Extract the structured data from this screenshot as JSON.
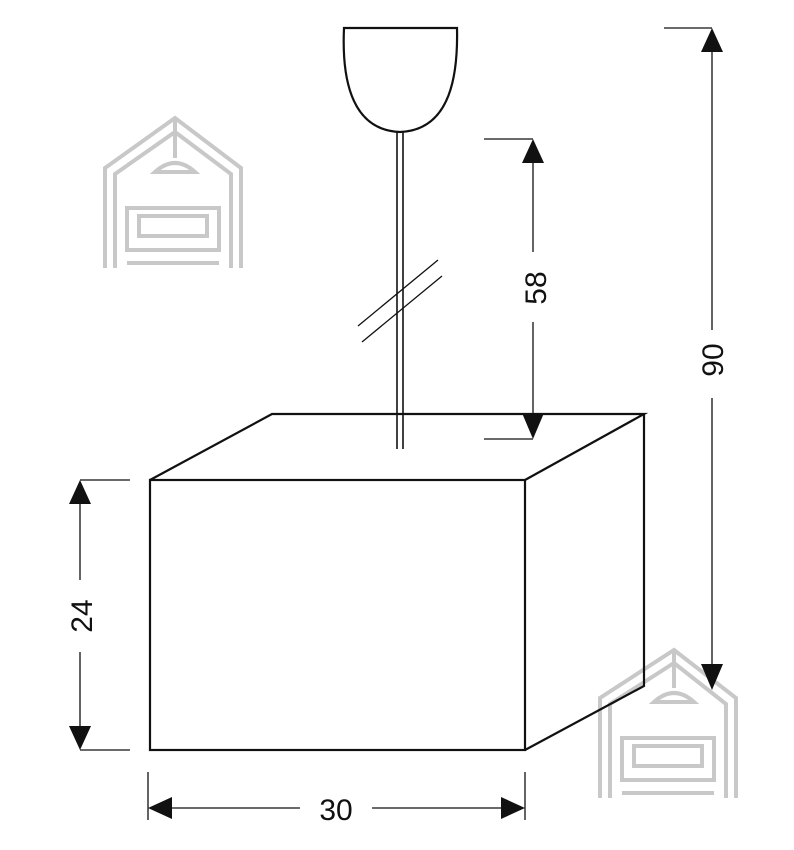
{
  "dimensions": {
    "total_height": "90",
    "drop_length": "58",
    "shade_height": "24",
    "shade_width": "30"
  },
  "colors": {
    "line": "#111111",
    "watermark": "#c8c8c8"
  },
  "icons": {
    "watermark": "house-with-lamp-and-sofa-logo"
  }
}
